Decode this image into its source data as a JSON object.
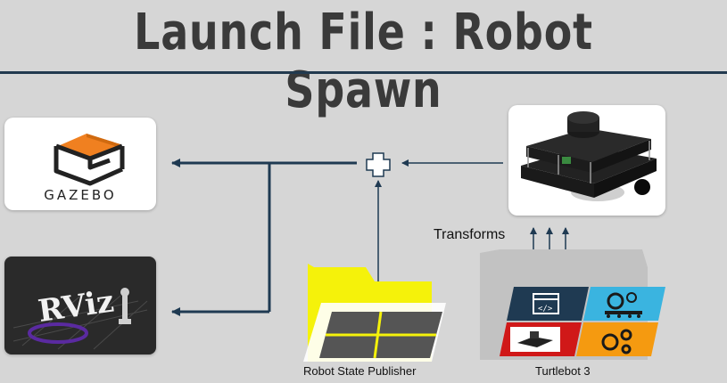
{
  "title": "Launch File : Robot Spawn",
  "gazebo": {
    "label": "GAZEBO"
  },
  "rviz": {
    "label": "RViz"
  },
  "robot_state_publisher": {
    "label": "Robot State Publisher"
  },
  "turtlebot": {
    "label": "Turtlebot 3"
  },
  "transforms": {
    "label": "Transforms"
  },
  "colors": {
    "background": "#d6d6d6",
    "arrows": "#1f3a52",
    "gazebo_orange": "#f08020",
    "folder_yellow": "#f5f20a",
    "tile_navy": "#1f3a52",
    "tile_cyan": "#3ab4e0",
    "tile_red": "#d01818",
    "tile_orange": "#f59a10"
  },
  "icons": [
    "plus-icon",
    "code-icon",
    "settings-conveyor-icon",
    "gears-icon",
    "folder-icon"
  ]
}
